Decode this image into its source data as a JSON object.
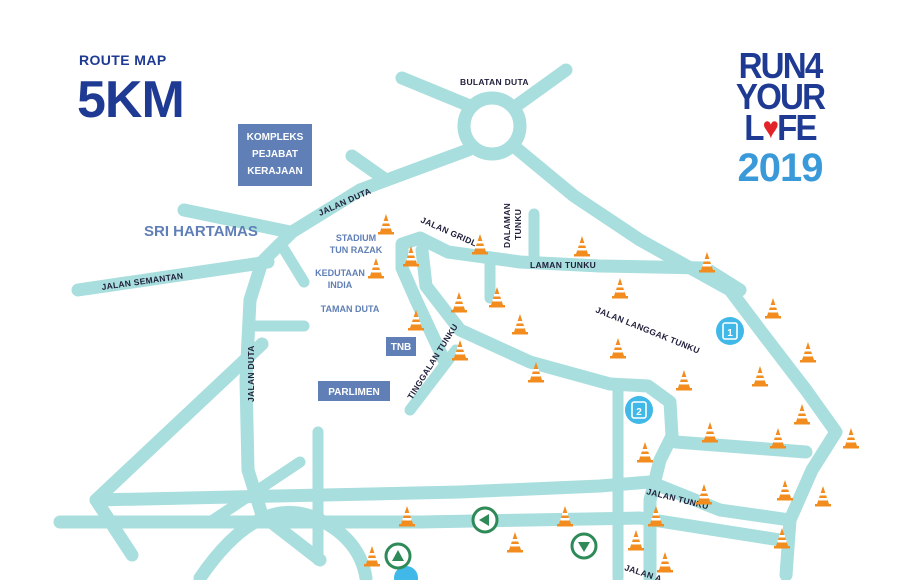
{
  "header": {
    "subtitle": "ROUTE MAP",
    "distance": "5KM"
  },
  "logo": {
    "line1": "RUN4",
    "line2": "YOUR",
    "line3_pre": "L",
    "line3_post": "FE",
    "year": "2019"
  },
  "places": {
    "kompleks": [
      "KOMPLEKS",
      "PEJABAT",
      "KERAJAAN"
    ],
    "sri_hartamas": "SRI HARTAMAS",
    "stadium": [
      "STADIUM",
      "TUN RAZAK"
    ],
    "kedutaan": [
      "KEDUTAAN",
      "INDIA"
    ],
    "taman_duta": "TAMAN DUTA",
    "tnb": "TNB",
    "parlimen": "PARLIMEN"
  },
  "roads": {
    "bulatan_duta": "BULATAN DUTA",
    "jalan_duta_top": "JALAN DUTA",
    "jalan_semantan": "JALAN SEMANTAN",
    "jalan_gridle": "JALAN GRIDLE",
    "dalaman_tunku": [
      "DALAMAN",
      "TUNKU"
    ],
    "laman_tunku": "LAMAN TUNKU",
    "jalan_langgak_tunku": "JALAN LANGGAK TUNKU",
    "jalan_duta_side": "JALAN DUTA",
    "tinggalan_tunku": "TINGGALAN TUNKU",
    "jalan_tunku": "JALAN TUNKU",
    "jalan_a_bottom": "JALAN A"
  },
  "water_stations": [
    "1",
    "2"
  ],
  "colors": {
    "road": "#a8dedd",
    "navy": "#1f3a93",
    "box": "#5f7fb6",
    "cone": "#f28c1f",
    "water": "#40b8e8",
    "arrow": "#2e8b57",
    "heart": "#e2232a"
  }
}
